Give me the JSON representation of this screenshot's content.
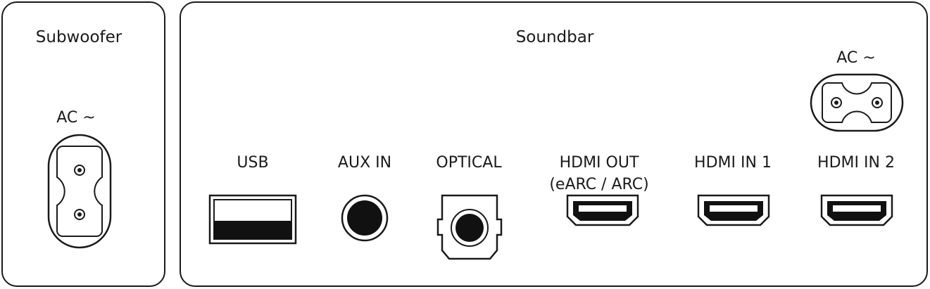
{
  "subwoofer": {
    "title": "Subwoofer",
    "ac_label": "AC ~"
  },
  "soundbar": {
    "title": "Soundbar",
    "ac_label": "AC ~",
    "ports": {
      "usb": "USB",
      "aux": "AUX IN",
      "optical": "OPTICAL",
      "hdmi_out_line1": "HDMI OUT",
      "hdmi_out_line2": "(eARC / ARC)",
      "hdmi_in1": "HDMI IN 1",
      "hdmi_in2": "HDMI IN 2"
    }
  },
  "icons": [
    "ac-socket-icon",
    "usb-port-icon",
    "aux-jack-icon",
    "optical-port-icon",
    "hdmi-port-icon"
  ],
  "colors": {
    "stroke": "#1a1a1a",
    "background": "#ffffff"
  }
}
